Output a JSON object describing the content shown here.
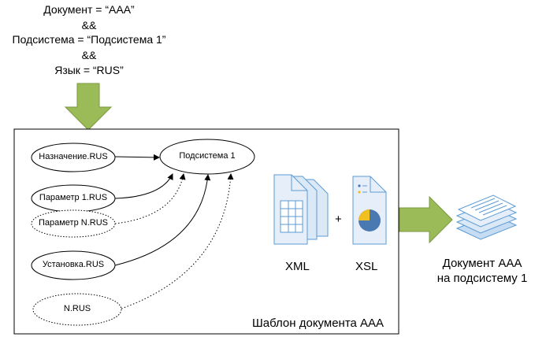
{
  "condition": {
    "document": "Документ = “AAA”",
    "and1": "&&",
    "subsystem": "Подсистема = “Подсистема 1”",
    "and2": "&&",
    "language": "Язык = “RUS”"
  },
  "template": {
    "label": "Шаблон документа AAA",
    "nodes": {
      "purpose": "Назначение.RUS",
      "subsystem": "Подсистема 1",
      "param1": "Параметр 1.RUS",
      "paramN": "Параметр N.RUS",
      "install": "Установка.RUS",
      "nrus": "N.RUS"
    },
    "xml_label": "XML",
    "plus": "+",
    "xsl_label": "XSL"
  },
  "output": {
    "line1": "Документ AAA",
    "line2": "на подсистему 1"
  },
  "colors": {
    "arrow_fill": "#9bbb59",
    "doc_blue": "#5b9bd5",
    "doc_light": "#dbe8f5",
    "pie_yellow": "#f0c020",
    "pie_blue": "#4a78b0"
  }
}
